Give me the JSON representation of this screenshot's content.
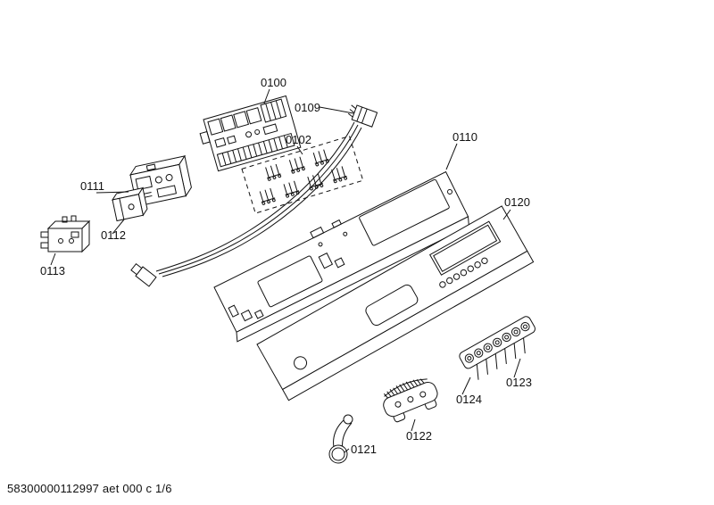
{
  "colors": {
    "background": "#ffffff",
    "line": "#111111"
  },
  "diagram": {
    "part_labels": [
      "0100",
      "0109",
      "0102",
      "0110",
      "0111",
      "0112",
      "0113",
      "0120",
      "0121",
      "0122",
      "0123",
      "0124"
    ]
  },
  "footer": {
    "doc_code": "58300000112997 aet 000 c 1/6"
  }
}
